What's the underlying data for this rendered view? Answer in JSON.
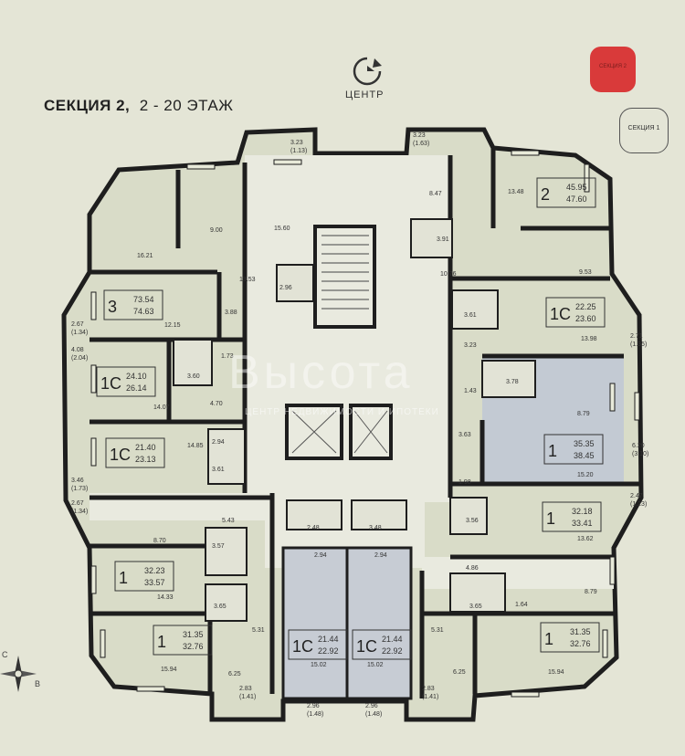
{
  "header": {
    "section": "СЕКЦИЯ 2,",
    "floors": "2 - 20 ЭТАЖ",
    "center_label": "ЦЕНТР"
  },
  "badges": {
    "active": "СЕКЦИЯ 2",
    "inactive": "СЕКЦИЯ 1"
  },
  "watermark": {
    "brand": "Высота",
    "sub": "ЦЕНТР НЕДВИЖИМОСТИ И ИПОТЕКИ"
  },
  "compass": {
    "west": "С",
    "east": "В"
  },
  "colors": {
    "background": "#e4e5d6",
    "apartment_fill": "#d9dcc8",
    "studio_blue": "#c7ccd4",
    "apt_blue": "#c3cad3",
    "wall": "#1e1e1e",
    "corridor": "#e9eadf"
  },
  "apartments": [
    {
      "id": "w3",
      "rooms": "3",
      "area_living": "73.54",
      "area_total": "74.63"
    },
    {
      "id": "w1c_a",
      "rooms": "1С",
      "area_living": "24.10",
      "area_total": "26.14"
    },
    {
      "id": "w1c_b",
      "rooms": "1С",
      "area_living": "21.40",
      "area_total": "23.13"
    },
    {
      "id": "w1_a",
      "rooms": "1",
      "area_living": "32.23",
      "area_total": "33.57"
    },
    {
      "id": "w1_b",
      "rooms": "1",
      "area_living": "31.35",
      "area_total": "32.76"
    },
    {
      "id": "s1c_l",
      "rooms": "1С",
      "area_living": "21.44",
      "area_total": "22.92"
    },
    {
      "id": "s1c_r",
      "rooms": "1С",
      "area_living": "21.44",
      "area_total": "22.92"
    },
    {
      "id": "e2",
      "rooms": "2",
      "area_living": "45.95",
      "area_total": "47.60"
    },
    {
      "id": "e1c",
      "rooms": "1С",
      "area_living": "22.25",
      "area_total": "23.60"
    },
    {
      "id": "e1_a",
      "rooms": "1",
      "area_living": "35.35",
      "area_total": "38.45"
    },
    {
      "id": "e1_b",
      "rooms": "1",
      "area_living": "32.18",
      "area_total": "33.41"
    },
    {
      "id": "e1_c",
      "rooms": "1",
      "area_living": "31.35",
      "area_total": "32.76"
    }
  ],
  "room_areas": [
    "3.23",
    "(1.13)",
    "3.23",
    "(1.63)",
    "9.00",
    "15.60",
    "8.47",
    "13.48",
    "16.21",
    "13.53",
    "2.96",
    "3.91",
    "10.76",
    "9.53",
    "12.15",
    "3.88",
    "3.61",
    "3.23",
    "13.98",
    "2.67",
    "(1.34)",
    "4.08",
    "(2.04)",
    "1.73",
    "3.60",
    "14.07",
    "4.70",
    "3.78",
    "1.43",
    "8.79",
    "14.85",
    "2.94",
    "3.61",
    "3.63",
    "1.98",
    "15.20",
    "6.20",
    "(3.10)",
    "3.46",
    "(1.73)",
    "2.67",
    "(1.34)",
    "8.70",
    "5.43",
    "3.57",
    "14.33",
    "3.65",
    "2.48",
    "3.48",
    "2.94",
    "2.94",
    "3.56",
    "13.62",
    "2.47",
    "(1.23)",
    "4.86",
    "8.79",
    "3.65",
    "1.64",
    "2.71",
    "(1.35)",
    "5.31",
    "6.25",
    "15.94",
    "15.02",
    "15.02",
    "5.31",
    "6.25",
    "15.94",
    "2.83",
    "(1.41)",
    "2.96",
    "(1.48)",
    "2.96",
    "(1.48)",
    "2.83",
    "(1.41)"
  ]
}
